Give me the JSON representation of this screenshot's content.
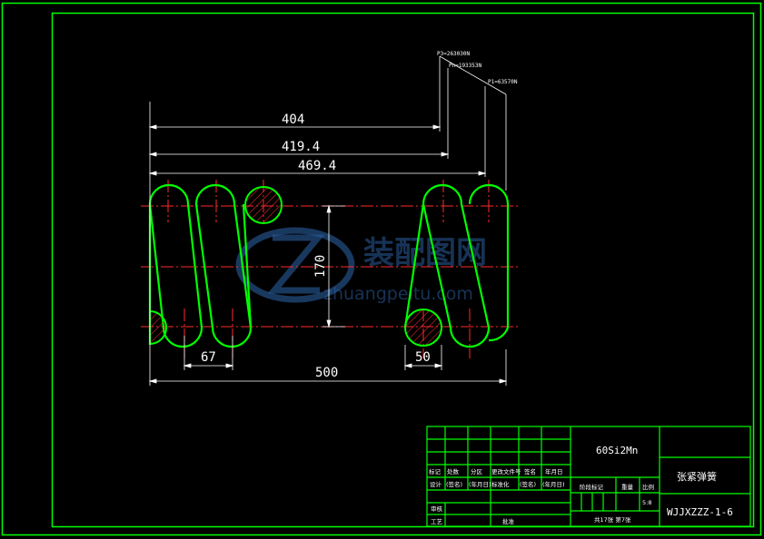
{
  "colors": {
    "background": "#000000",
    "frame": "#00ff00",
    "coil": "#00ff00",
    "centerline": "#ff2a2a",
    "dimension": "#ffffff",
    "watermark": "#2a5d9c"
  },
  "loads": {
    "p3": "P3=263030N",
    "pn": "Pn=193353N",
    "p1": "P1=63570N"
  },
  "dimensions": {
    "d404": "404",
    "d419": "419.4",
    "d469": "469.4",
    "d170": "170",
    "d67": "67",
    "d50": "50",
    "d500": "500"
  },
  "watermark": {
    "name": "装配图网",
    "url": "zhuangpeitu.com"
  },
  "title_block": {
    "material": "60Si2Mn",
    "part_name": "张紧弹簧",
    "drawing_no": "WJJXZZZ-1-6",
    "scale": "5:8",
    "row1": [
      "标记",
      "处数",
      "分区",
      "更改文件号",
      "签名",
      "年月日"
    ],
    "row2": [
      "设计",
      "(签名)",
      "(年月日)",
      "标准化",
      "(签名)",
      "(年月日)"
    ],
    "stage_label": "阶段标记",
    "weight_label": "重量",
    "scale_label": "比例",
    "review": "审核",
    "process": "工艺",
    "approve": "批准",
    "sheets": "共17张  第7张"
  }
}
